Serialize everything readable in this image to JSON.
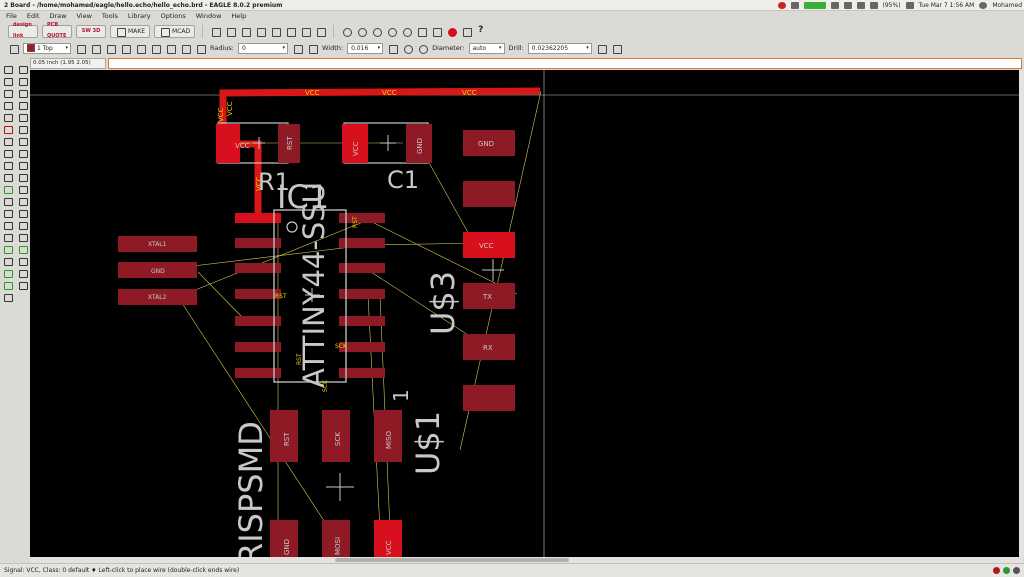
{
  "window": {
    "title": "2 Board - /home/mohamed/eagle/hello.echo/hello_echo.brd - EAGLE 8.0.2 premium",
    "tray": {
      "battery": "(95%)",
      "time": "Tue Mar 7 1:56 AM",
      "user": "Mohamed"
    }
  },
  "menu": [
    "File",
    "Edit",
    "Draw",
    "View",
    "Tools",
    "Library",
    "Options",
    "Window",
    "Help"
  ],
  "toolbar": {
    "design_link": "design link",
    "pcb_quote": "PCB QUOTE",
    "sw_3d": "SW 3D",
    "make": "MAKE",
    "mcad": "MCAD"
  },
  "options_bar": {
    "layer": "1 Top",
    "radius_label": "Radius:",
    "radius_value": "0",
    "width_label": "Width:",
    "width_value": "0.016",
    "diameter_label": "Diameter:",
    "diameter_value": "auto",
    "drill_label": "Drill:",
    "drill_value": "0.02362205"
  },
  "coordinate_readout": "0.05 inch (1.95 2.05)",
  "command_input": "",
  "colors": {
    "canvas": "#000000",
    "pad": "#8e1a26",
    "pad_active": "#d8101e",
    "trace": "#d81818",
    "silk": "#c8c8c8",
    "airwire": "#d4cc50"
  },
  "board": {
    "trace_labels": [
      "VCC",
      "VCC",
      "VCC",
      "VCC",
      "VCC",
      "VCC",
      "VCC"
    ],
    "r1": {
      "name": "R1",
      "pad1": "VCC",
      "pad2": "RST"
    },
    "c1": {
      "name": "C1",
      "pad1": "VCC",
      "pad2": "GND"
    },
    "ic1": {
      "name": "IC1",
      "value": "ATTINY44-SSU",
      "pin_labels": [
        "RST",
        "RST",
        "SCK",
        "RST",
        "SCK"
      ]
    },
    "resonator": [
      "XTAL1",
      "GND",
      "XTAL2"
    ],
    "ftdi": {
      "name": "U$3",
      "pins": [
        "GND",
        "",
        "VCC",
        "TX",
        "RX",
        ""
      ]
    },
    "isp": {
      "name": "U$1",
      "value": "RISPSMD",
      "pin_one": "1",
      "top_pins": [
        "RST",
        "SCK",
        "MISO"
      ],
      "bottom_pins": [
        "GND",
        "MOSI",
        "VCC"
      ]
    }
  },
  "status": "Signal: VCC, Class: 0 default  ♦ Left-click to place wire (double-click ends wire)"
}
